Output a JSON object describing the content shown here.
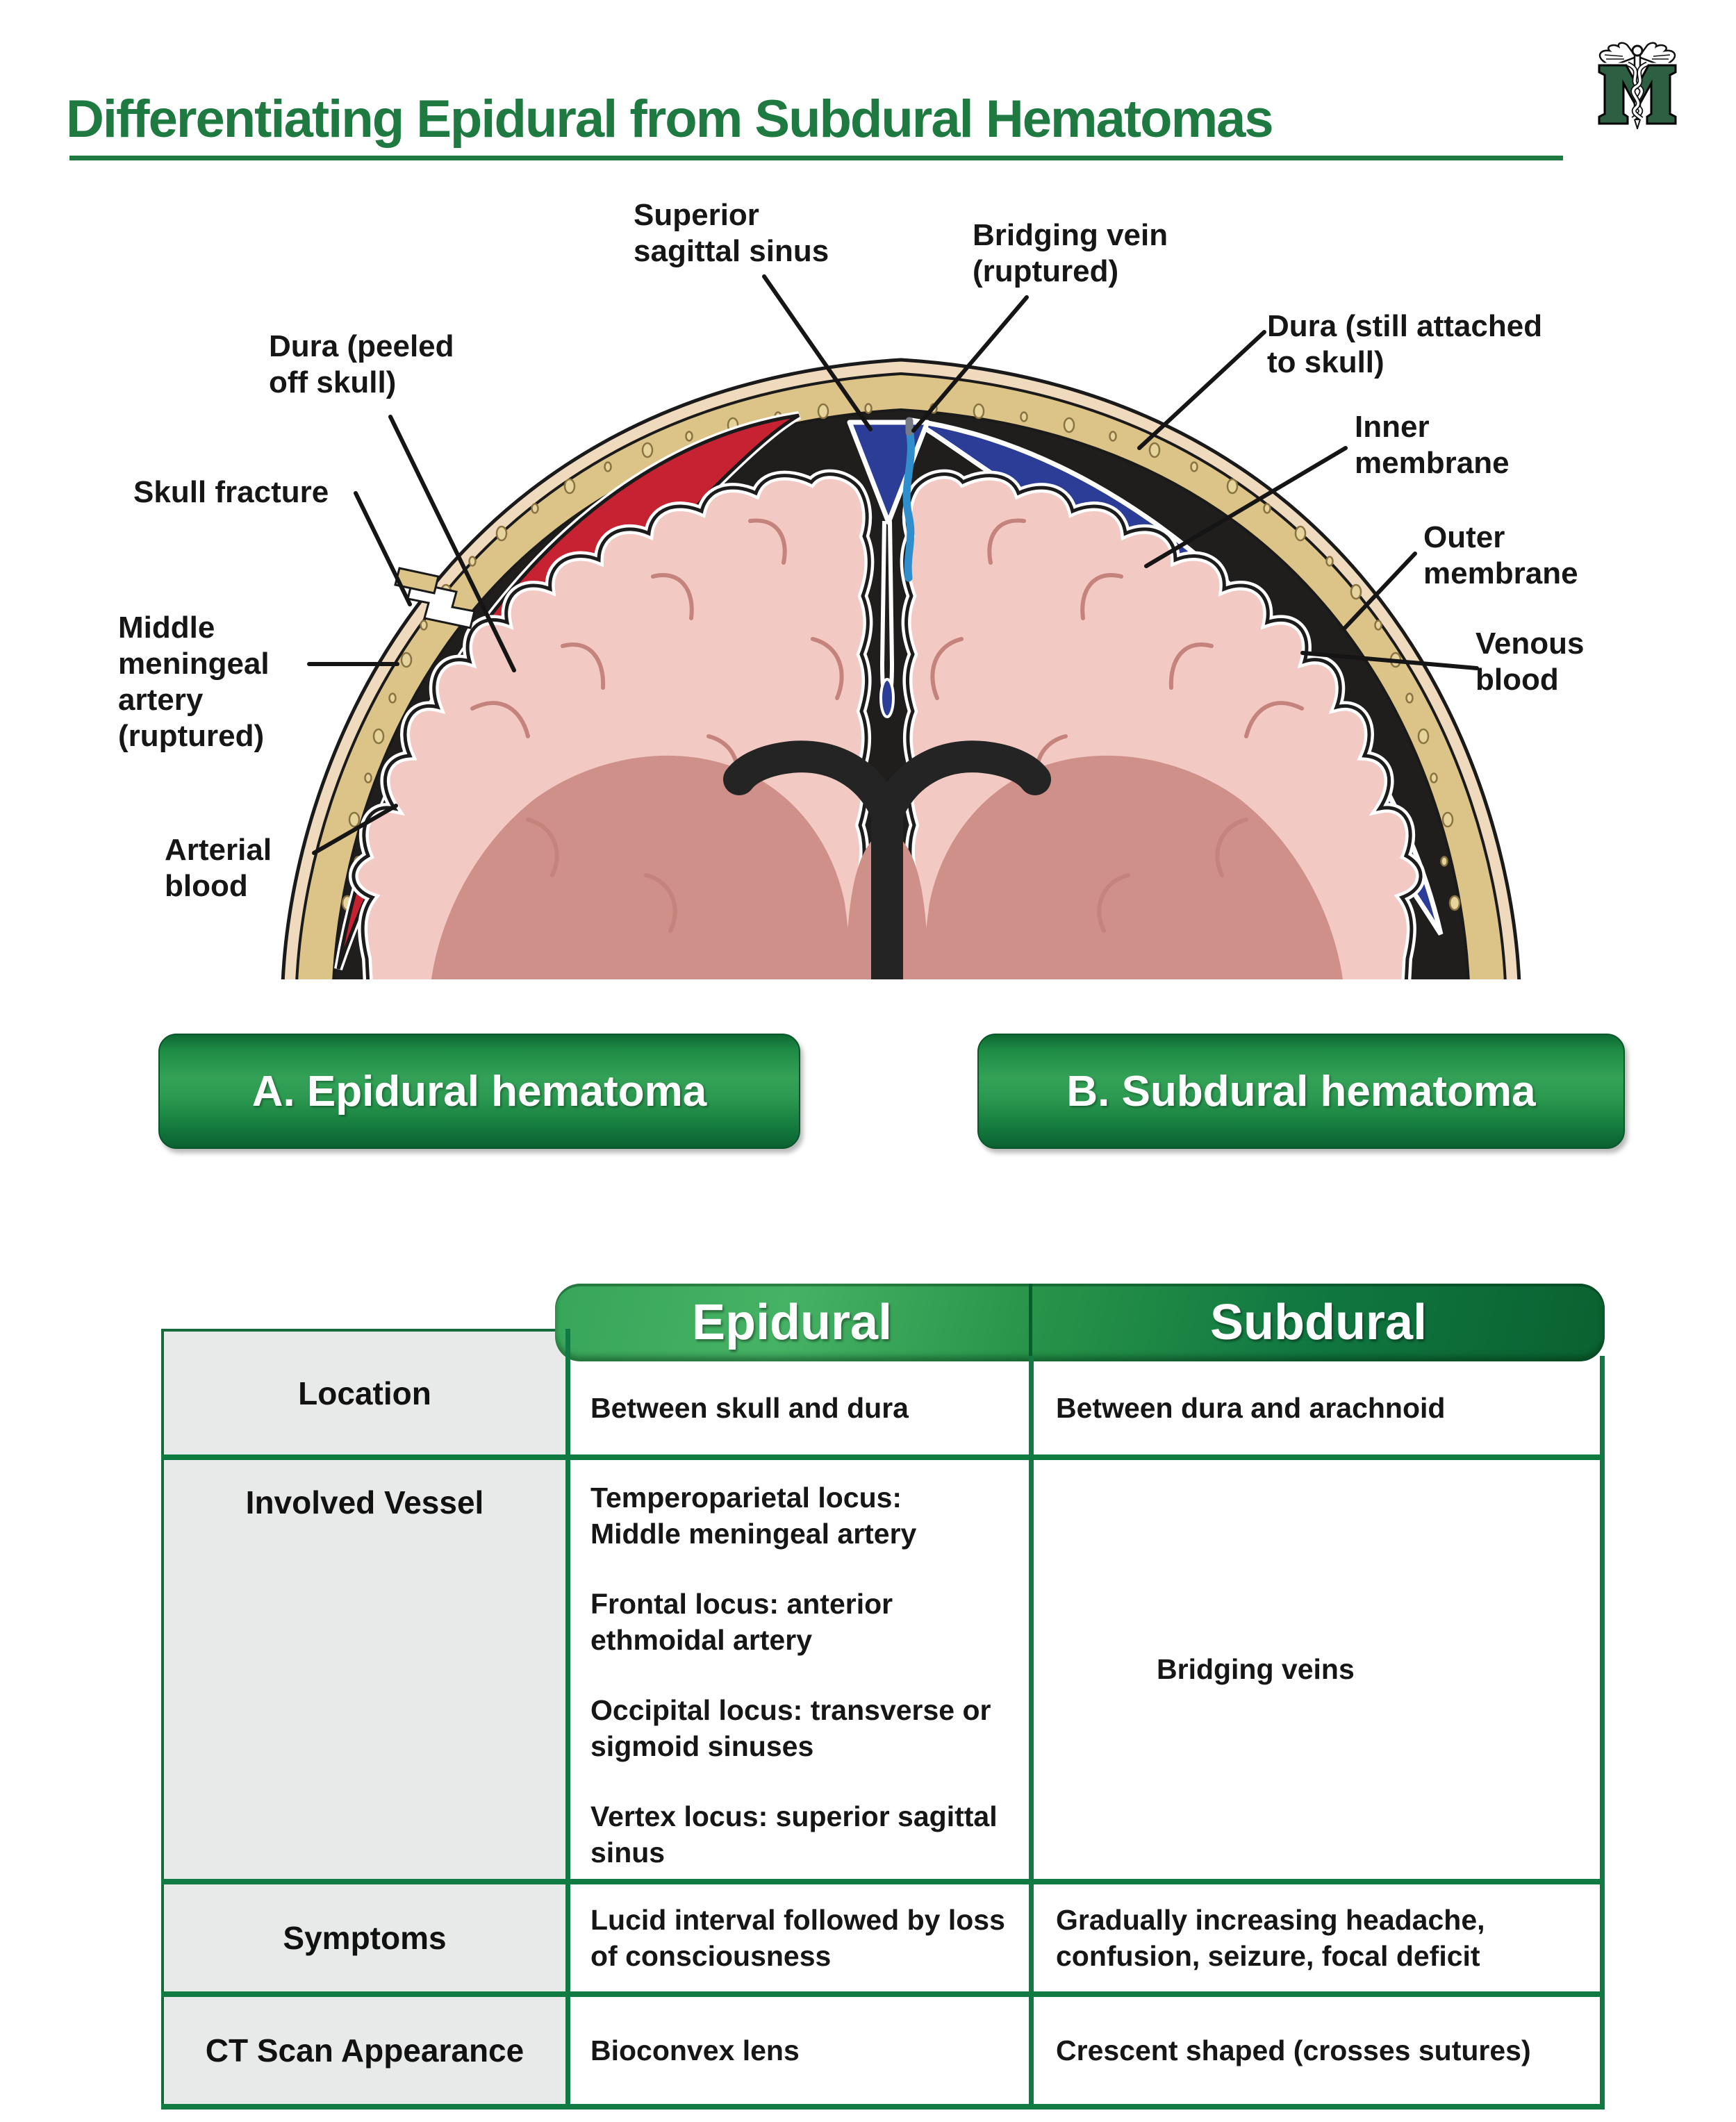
{
  "header": {
    "title": "Differentiating Epidural from Subdural Hematomas",
    "accent_green": "#1e7a41"
  },
  "logo": {
    "letter": "M",
    "symbol": "caduceus"
  },
  "diagram": {
    "labels": {
      "superior_sagittal_sinus": "Superior\nsagittal sinus",
      "bridging_vein": "Bridging vein\n(ruptured)",
      "dura_peeled": "Dura (peeled\noff skull)",
      "dura_attached": "Dura (still attached\nto skull)",
      "skull_fracture": "Skull fracture",
      "inner_membrane": "Inner\nmembrane",
      "outer_membrane": "Outer\nmembrane",
      "venous_blood": "Venous\nblood",
      "middle_meningeal_artery": "Middle\nmeningeal\nartery\n(ruptured)",
      "arterial_blood": "Arterial\nblood"
    },
    "panel_a": "A. Epidural hematoma",
    "panel_b": "B. Subdural hematoma",
    "colors": {
      "arterial_blood": "#c62232",
      "venous_blood": "#2b3d96",
      "bridging_vein": "#2f8ecb",
      "skull_bone": "#dcc387",
      "scalp": "#efdabe",
      "brain_cortex": "#f2c9c3",
      "brain_inner": "#cf9089"
    }
  },
  "table": {
    "columns": [
      "Epidural",
      "Subdural"
    ],
    "rows": [
      {
        "label": "Location",
        "epidural": "Between skull and dura",
        "subdural": "Between dura and arachnoid"
      },
      {
        "label": "Involved Vessel",
        "epidural_paragraphs": [
          "Temperoparietal locus:\nMiddle meningeal artery",
          "Frontal locus: anterior\nethmoidal artery",
          "Occipital locus: transverse or\nsigmoid sinuses",
          "Vertex locus: superior sagittal\nsinus"
        ],
        "subdural": "Bridging veins"
      },
      {
        "label": "Symptoms",
        "epidural": "Lucid interval followed by loss\nof consciousness",
        "subdural": "Gradually increasing headache,\nconfusion, seizure, focal deficit"
      },
      {
        "label": "CT Scan Appearance",
        "epidural": "Bioconvex lens",
        "subdural": "Crescent shaped (crosses sutures)"
      }
    ]
  }
}
